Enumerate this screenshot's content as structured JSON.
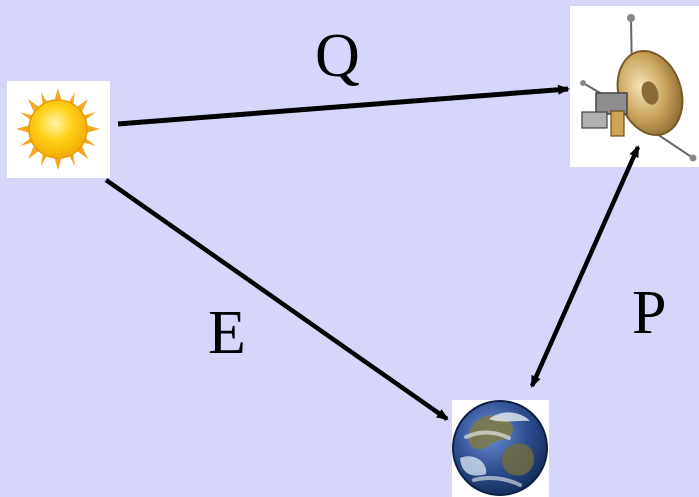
{
  "labels": {
    "sun_to_probe": "Q",
    "sun_to_earth": "E",
    "probe_to_earth": "P"
  },
  "nodes": {
    "sun": {
      "icon": "sun-icon"
    },
    "probe": {
      "icon": "space-probe-icon"
    },
    "earth": {
      "icon": "earth-icon"
    }
  },
  "colors": {
    "background": "#d6d6fb",
    "arrow": "#000000",
    "sun_core": "#ffd21a",
    "sun_rays": "#f5a623",
    "earth_ocean": "#2f4f91",
    "probe_dish": "#c8a15a"
  }
}
